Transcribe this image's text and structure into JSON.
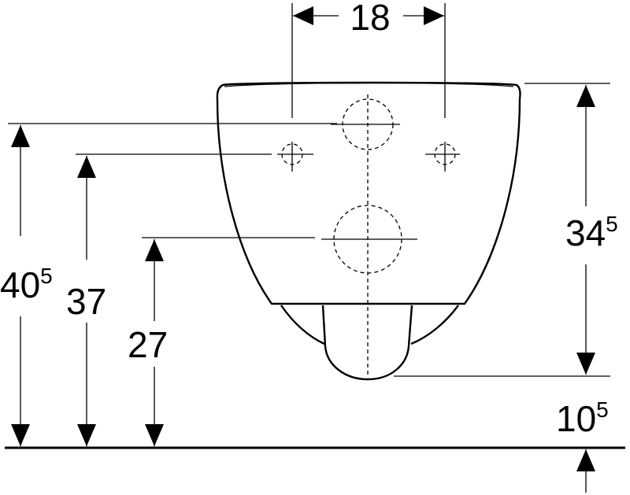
{
  "dimensions": {
    "top_width": {
      "main": "18",
      "sup": ""
    },
    "height_right": {
      "main": "34",
      "sup": "5"
    },
    "height_outer": {
      "main": "40",
      "sup": "5"
    },
    "height_mid": {
      "main": "37",
      "sup": ""
    },
    "height_inner": {
      "main": "27",
      "sup": ""
    },
    "floor_offset": {
      "main": "10",
      "sup": "5"
    }
  },
  "colors": {
    "line": "#000000",
    "background": "#ffffff"
  }
}
